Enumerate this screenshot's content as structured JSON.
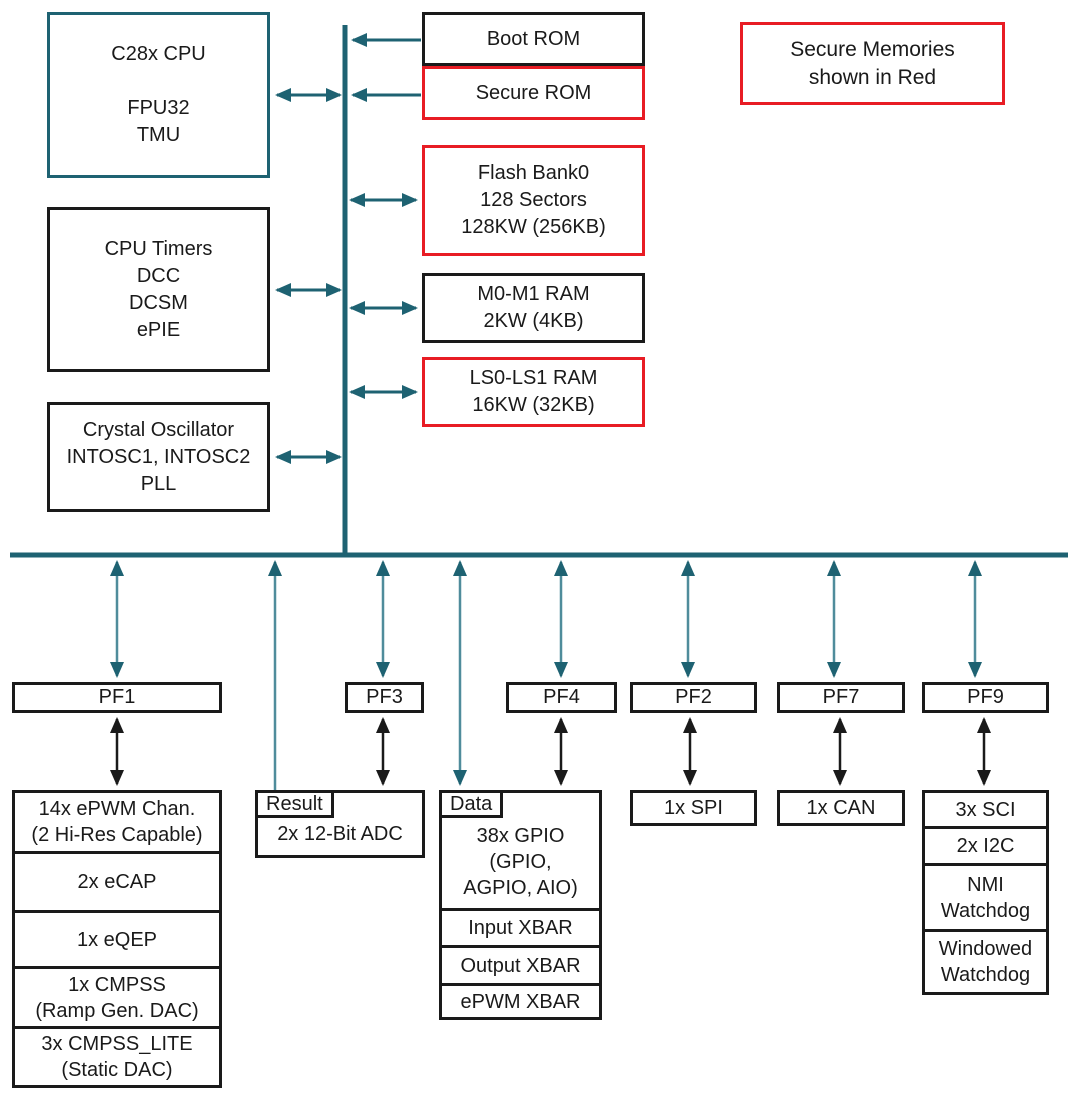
{
  "colors": {
    "accent_teal": "#1e6272",
    "line_teal": "#4f8c9b",
    "secure_red": "#e81c24",
    "ink": "#1a1a1a",
    "background": "#ffffff"
  },
  "legend": {
    "label": "Secure Memories\nshown in Red"
  },
  "cpu_blocks": {
    "c28x": {
      "label": "C28x CPU\n\nFPU32\nTMU"
    },
    "timers": {
      "label": "CPU Timers\nDCC\nDCSM\nePIE"
    },
    "oscillator": {
      "label": "Crystal Oscillator\nINTOSC1, INTOSC2\nPLL"
    }
  },
  "memories": {
    "boot_rom": {
      "label": "Boot ROM",
      "secure": false
    },
    "secure_rom": {
      "label": "Secure ROM",
      "secure": true
    },
    "flash": {
      "label": "Flash Bank0\n128 Sectors\n128KW (256KB)",
      "secure": true
    },
    "m0m1": {
      "label": "M0-M1 RAM\n2KW (4KB)",
      "secure": false
    },
    "ls0ls1": {
      "label": "LS0-LS1 RAM\n16KW (32KB)",
      "secure": true
    }
  },
  "frames": {
    "pf1": {
      "label": "PF1",
      "peripherals": [
        "14x ePWM Chan.\n(2 Hi-Res Capable)",
        "2x eCAP",
        "1x eQEP",
        "1x CMPSS\n(Ramp Gen. DAC)",
        "3x CMPSS_LITE\n(Static DAC)"
      ]
    },
    "pf3": {
      "label": "PF3",
      "tab": "Result",
      "device": "2x 12-Bit ADC"
    },
    "pf4": {
      "label": "PF4",
      "tab": "Data",
      "peripherals": [
        "38x GPIO\n(GPIO,\nAGPIO, AIO)",
        "Input XBAR",
        "Output XBAR",
        "ePWM XBAR"
      ]
    },
    "pf2": {
      "label": "PF2",
      "device": "1x SPI"
    },
    "pf7": {
      "label": "PF7",
      "device": "1x CAN"
    },
    "pf9": {
      "label": "PF9",
      "peripherals": [
        "3x SCI",
        "2x I2C",
        "NMI\nWatchdog",
        "Windowed\nWatchdog"
      ]
    }
  }
}
